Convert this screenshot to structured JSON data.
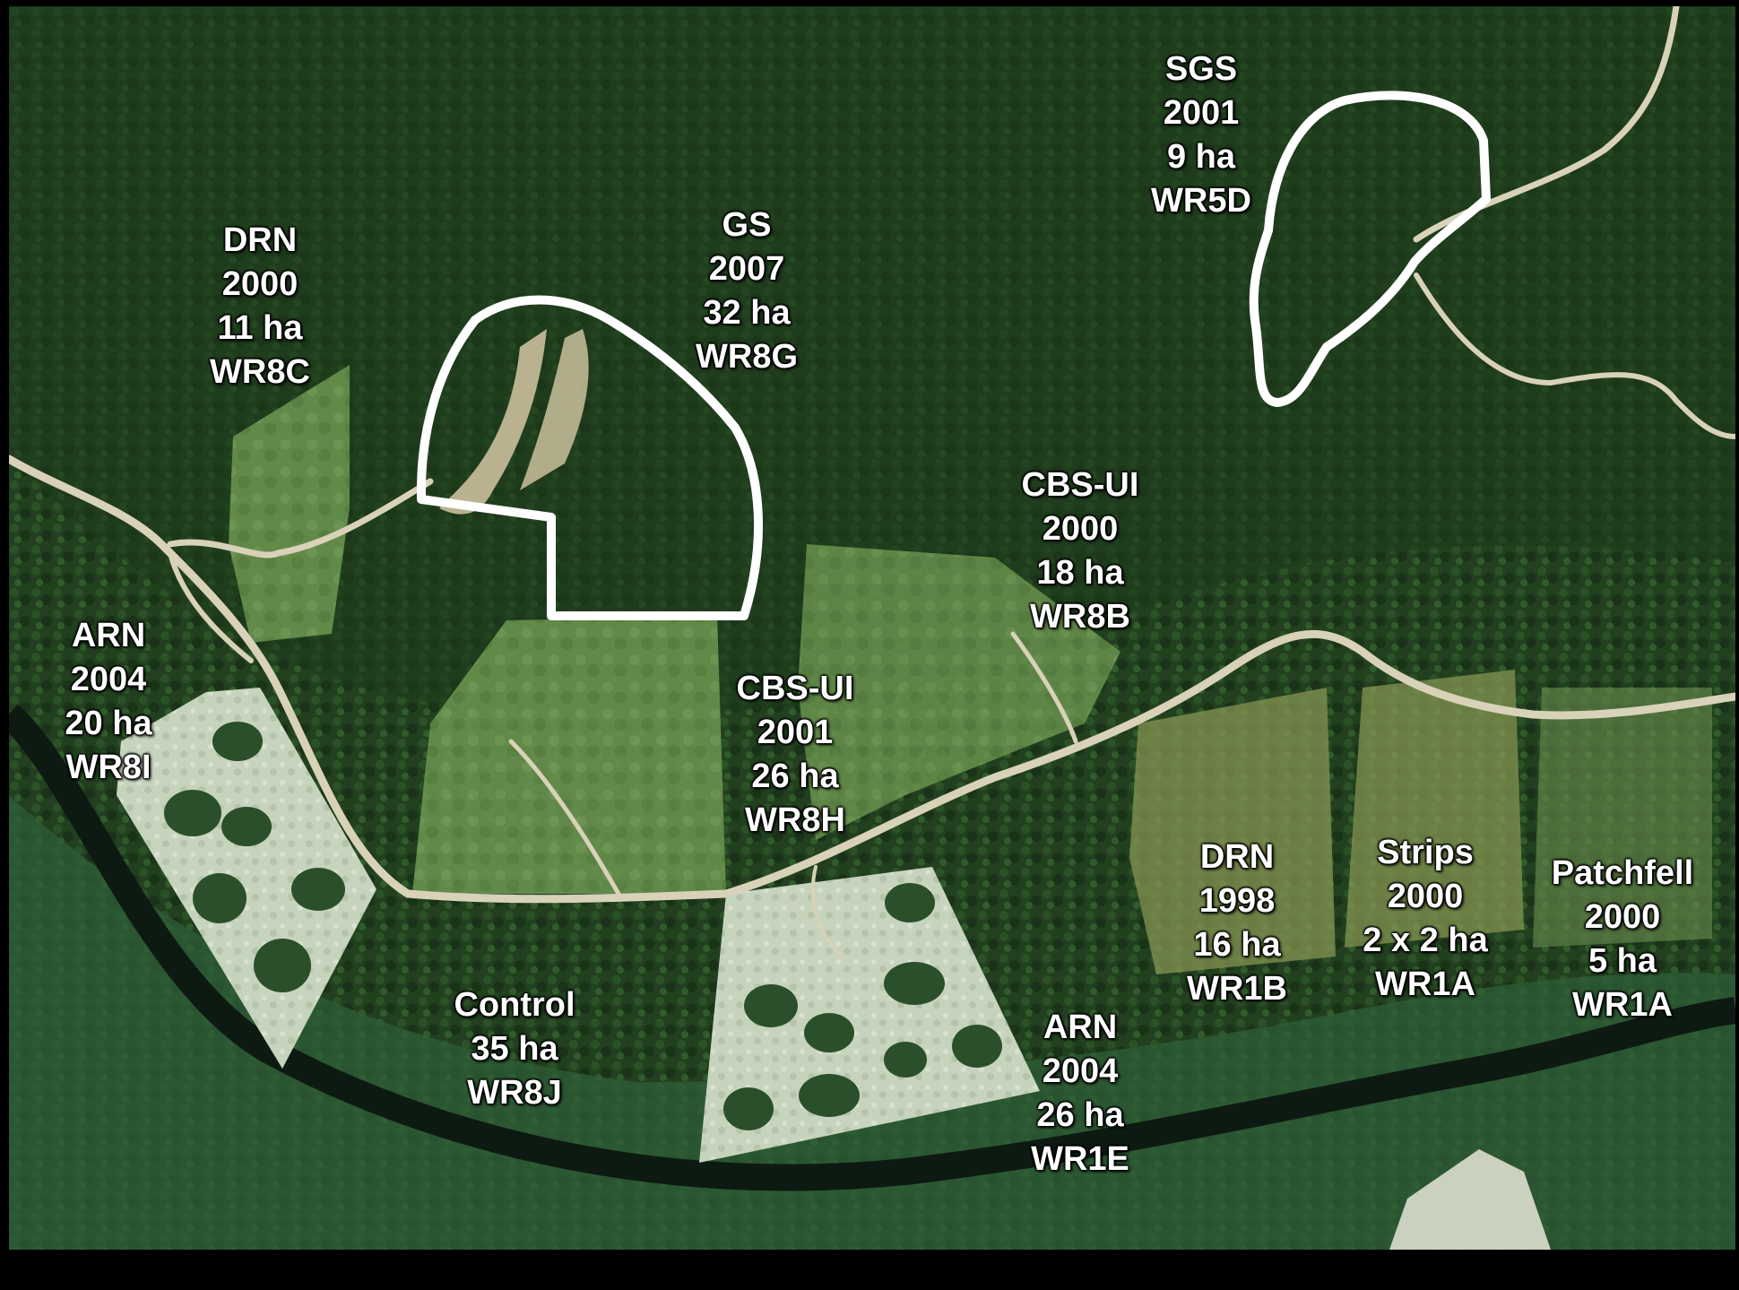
{
  "colors": {
    "forest_dark": "#1f3a1e",
    "forest_mid": "#2e5a2a",
    "regen_green": "#6f9a52",
    "cleared": "#c9d6c0",
    "road": "#d8d2b8",
    "boundary": "#ffffff",
    "river": "#0d1a12",
    "label_text": "#ffffff"
  },
  "coupes": [
    {
      "id": "drn-2000-wr8c",
      "lines": [
        "DRN",
        "2000",
        "11 ha",
        "WR8C"
      ]
    },
    {
      "id": "gs-2007-wr8g",
      "lines": [
        "GS",
        "2007",
        "32 ha",
        "WR8G"
      ]
    },
    {
      "id": "sgs-2001-wr5d",
      "lines": [
        "SGS",
        "2001",
        "9 ha",
        "WR5D"
      ]
    },
    {
      "id": "cbsui-2000-wr8b",
      "lines": [
        "CBS-UI",
        "2000",
        "18 ha",
        "WR8B"
      ]
    },
    {
      "id": "arn-2004-wr8i",
      "lines": [
        "ARN",
        "2004",
        "20 ha",
        "WR8I"
      ]
    },
    {
      "id": "cbsui-2001-wr8h",
      "lines": [
        "CBS-UI",
        "2001",
        "26 ha",
        "WR8H"
      ]
    },
    {
      "id": "drn-1998-wr1b",
      "lines": [
        "DRN",
        "1998",
        "16 ha",
        "WR1B"
      ]
    },
    {
      "id": "strips-2000-wr1a",
      "lines": [
        "Strips",
        "2000",
        "2 x 2 ha",
        "WR1A"
      ]
    },
    {
      "id": "patchfell-2000-wr1a",
      "lines": [
        "Patchfell",
        "2000",
        "5 ha",
        "WR1A"
      ]
    },
    {
      "id": "control-wr8j",
      "lines": [
        "Control",
        "35 ha",
        "WR8J"
      ]
    },
    {
      "id": "arn-2004-wr1e",
      "lines": [
        "ARN",
        "2004",
        "26 ha",
        "WR1E"
      ]
    }
  ]
}
